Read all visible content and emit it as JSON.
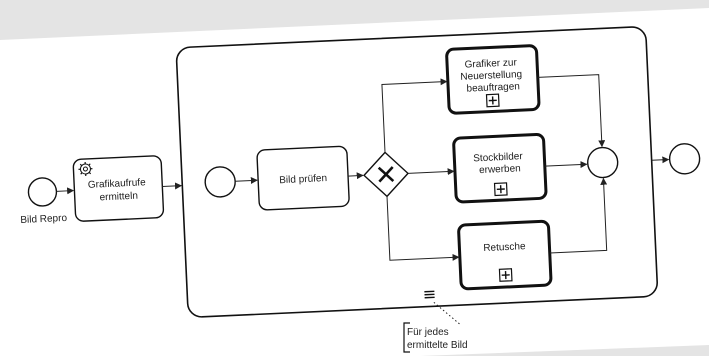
{
  "start_event": {
    "label": "Bild Repro"
  },
  "task_determine": {
    "label_lines": [
      "Grafikaufrufe",
      "ermitteln"
    ],
    "icon": "gear-icon"
  },
  "subprocess": {
    "marker": "parallel-multi-instance-icon",
    "task_check": {
      "label_lines": [
        "Bild prüfen"
      ]
    },
    "gateway": {
      "type": "exclusive",
      "icon": "x-icon"
    },
    "task_graphic": {
      "label_lines": [
        "Grafiker zur",
        "Neuerstellung",
        "beauftragen"
      ],
      "marker": "plus-icon"
    },
    "task_stock": {
      "label_lines": [
        "Stockbilder",
        "erwerben"
      ],
      "marker": "plus-icon"
    },
    "task_retouch": {
      "label_lines": [
        "Retusche"
      ],
      "marker": "plus-icon"
    }
  },
  "annotation": {
    "lines": [
      "Für jedes",
      "ermittelte Bild"
    ]
  },
  "colors": {
    "stroke": "#111111",
    "band": "#e4e4e4"
  }
}
